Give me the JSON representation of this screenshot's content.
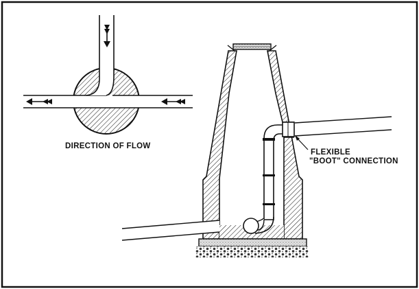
{
  "figure": {
    "labels": {
      "direction": "DIRECTION OF FLOW",
      "flexible": "FLEXIBLE",
      "boot": "\"BOOT\" CONNECTION"
    }
  }
}
